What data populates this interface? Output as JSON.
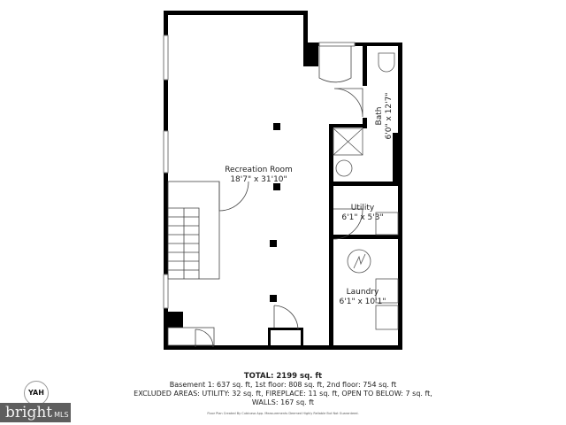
{
  "rooms": [
    {
      "name": "Recreation Room",
      "dims": "18'7\" x 31'10\""
    },
    {
      "name": "Bath",
      "dims": "6'0\" x 12'7\""
    },
    {
      "name": "Utility",
      "dims": "6'1\" x 5'3\""
    },
    {
      "name": "Laundry",
      "dims": "6'1\" x 10'1\""
    }
  ],
  "footer": {
    "total": "TOTAL: 2199 sq. ft",
    "floors": "Basement 1: 637 sq. ft, 1st floor: 808 sq. ft, 2nd floor: 754 sq. ft",
    "excluded": "EXCLUDED AREAS: UTILITY: 32 sq. ft, FIREPLACE: 11 sq. ft, OPEN TO BELOW: 7 sq. ft,",
    "walls": "WALLS: 167 sq. ft",
    "disclaimer": "Floor Plan Created By Cubicasa App. Measurements Deemed Highly Reliable But Not Guaranteed."
  },
  "logo": {
    "seal": "YAH",
    "brand": "bright",
    "brand_suffix": "MLS"
  },
  "colors": {
    "wall": "#000000",
    "logo_bg": "#5e5e5e"
  }
}
